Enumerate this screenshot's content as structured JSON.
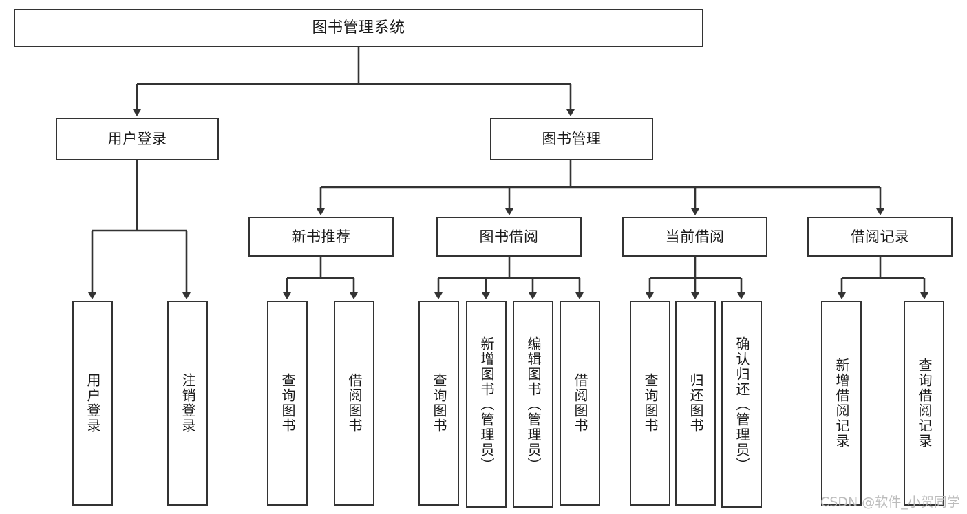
{
  "diagram": {
    "type": "tree-hierarchy",
    "title": "图书管理系统",
    "direction": "top-down",
    "colors": {
      "box_border": "#333333",
      "box_fill": "#ffffff",
      "edge": "#333333",
      "text": "#1a1a1a",
      "watermark": "#b9b9b9"
    },
    "nodes": {
      "root": {
        "label": "图书管理系统",
        "level": 0
      },
      "level1": [
        {
          "id": "user-login",
          "label": "用户登录"
        },
        {
          "id": "book-management",
          "label": "图书管理"
        }
      ],
      "level2": [
        {
          "id": "new-book-recommend",
          "label": "新书推荐",
          "parent": "book-management"
        },
        {
          "id": "book-borrow",
          "label": "图书借阅",
          "parent": "book-management"
        },
        {
          "id": "current-borrow",
          "label": "当前借阅",
          "parent": "book-management"
        },
        {
          "id": "borrow-record",
          "label": "借阅记录",
          "parent": "book-management"
        }
      ],
      "leaves": {
        "user-login": [
          {
            "id": "leaf-user-login",
            "label": "用户登录"
          },
          {
            "id": "leaf-user-logout",
            "label": "注销登录"
          }
        ],
        "new-book-recommend": [
          {
            "id": "leaf-query-book-1",
            "label": "查询图书"
          },
          {
            "id": "leaf-borrow-book-1",
            "label": "借阅图书"
          }
        ],
        "book-borrow": [
          {
            "id": "leaf-query-book-2",
            "label": "查询图书"
          },
          {
            "id": "leaf-add-book",
            "label": "新增图书（管理员）"
          },
          {
            "id": "leaf-edit-book",
            "label": "编辑图书（管理员）"
          },
          {
            "id": "leaf-borrow-book-2",
            "label": "借阅图书"
          }
        ],
        "current-borrow": [
          {
            "id": "leaf-query-book-3",
            "label": "查询图书"
          },
          {
            "id": "leaf-return-book",
            "label": "归还图书"
          },
          {
            "id": "leaf-confirm-return",
            "label": "确认归还（管理员）"
          }
        ],
        "borrow-record": [
          {
            "id": "leaf-add-record",
            "label": "新增借阅记录"
          },
          {
            "id": "leaf-query-record",
            "label": "查询借阅记录"
          }
        ]
      }
    }
  },
  "watermark": {
    "text": "CSDN @软件_小贺同学"
  }
}
